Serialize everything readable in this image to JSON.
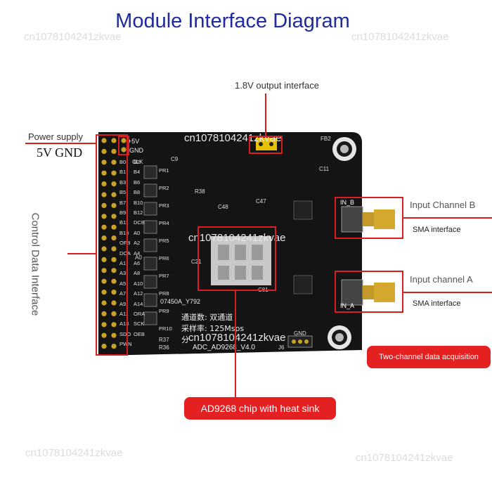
{
  "title": "Module Interface Diagram",
  "watermark": "cn1078104241zkvae",
  "labels": {
    "output_1v8": "1.8V output interface",
    "power_supply": "Power supply",
    "gnd_5v": "5V GND",
    "control_data": "Control Data Interface",
    "input_b": "Input Channel B",
    "input_a": "Input channel A",
    "sma_b": "SMA interface",
    "sma_a": "SMA interface",
    "chip_callout": "AD9268 chip with heat sink",
    "two_channel": "Two-channel data acquisition"
  },
  "board": {
    "model": "ADC_AD9268_V4.0",
    "chip_code": "07450A_Y792",
    "channels_text": "通道数: 双通道",
    "sample_rate_text": "采样率: 125Msps",
    "resolution_prefix": "分",
    "connector_b": "IN_B",
    "connector_a": "IN_A",
    "plus5v": "+5V",
    "gnd": "GND",
    "j6": "J6",
    "gnd_header": "GND",
    "c9": "C9",
    "fb2": "FB2",
    "c11": "C11",
    "r38": "R38",
    "c48": "C48",
    "c47": "C47",
    "clk": "CLK",
    "a0": "A0",
    "pin_labels_left": [
      "B0",
      "B1",
      "B3",
      "B5",
      "B7",
      "B9",
      "B11",
      "B13",
      "OFB",
      "DCA",
      "A1",
      "A3",
      "A5",
      "A7",
      "A9",
      "A11",
      "A13",
      "SDO",
      "PWN"
    ],
    "pin_labels_right": [
      "CLK",
      "B2",
      "B4",
      "B6",
      "B8",
      "B10",
      "B12",
      "DCB",
      "A0",
      "A2",
      "A4",
      "A6",
      "A8",
      "A10",
      "A12",
      "A14",
      "ORA",
      "SCK",
      "OEB"
    ],
    "pr_labels": [
      "PR1",
      "PR2",
      "PR3",
      "PR4",
      "PR5",
      "PR6",
      "PR7",
      "PR8",
      "PR9",
      "PR10"
    ],
    "r37": "R37",
    "r36": "R36",
    "c81": "C81",
    "c21": "C21"
  },
  "colors": {
    "title": "#1f2a9c",
    "accent_red": "#e42020",
    "pcb": "#141414",
    "pin_gold": "#c9a227"
  }
}
